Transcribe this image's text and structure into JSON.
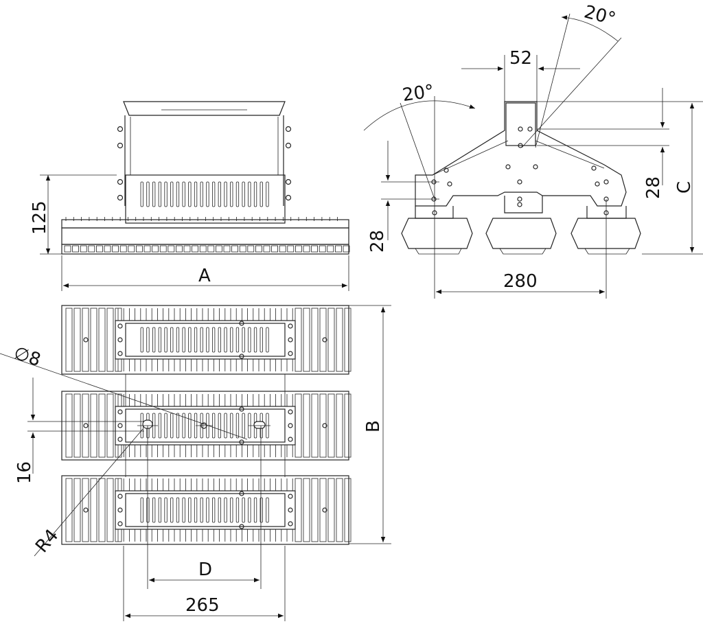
{
  "dimensions": {
    "height_125": "125",
    "width_A": "A",
    "angle_top": "20°",
    "width_52": "52",
    "angle_left": "20°",
    "height_28_right": "28",
    "height_C": "C",
    "height_28_left": "28",
    "width_280": "280",
    "dia_8": "∅8",
    "height_16": "16",
    "length_B": "B",
    "radius_R4": "R4",
    "spacing_D": "D",
    "width_265": "265"
  },
  "colors": {
    "line": "#222222",
    "background": "#ffffff"
  }
}
